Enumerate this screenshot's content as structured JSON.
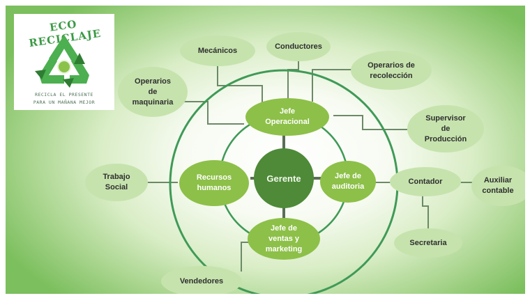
{
  "logo": {
    "title": "ECO RECICLAJE",
    "tagline_1": "RECICLA EL PRESENTE",
    "tagline_2": "PARA UN MAÑANA MEJOR",
    "icon": "recycle-icon"
  },
  "colors": {
    "center": "#4e8a38",
    "inner_node": "#8dc048",
    "outer_node": "#c6e3ad",
    "ring": "#3f9a57",
    "connector": "#6b8a67"
  },
  "nodes": {
    "gerente": "Gerente",
    "jefe_operacional": "Jefe\nOperacional",
    "recursos_humanos": "Recursos\nhumanos",
    "jefe_auditoria": "Jefe de\nauditoria",
    "jefe_ventas": "Jefe de\nventas y\nmarketing",
    "mecanicos": "Mecánicos",
    "conductores": "Conductores",
    "operarios_recoleccion": "Operarios de\nrecolección",
    "operarios_maquinaria": "Operarios\nde\nmaquinaria",
    "supervisor_produccion": "Supervisor\nde\nProducción",
    "trabajo_social": "Trabajo\nSocial",
    "contador": "Contador",
    "auxiliar_contable": "Auxiliar\ncontable",
    "secretaria": "Secretaria",
    "vendedores": "Vendedores"
  }
}
